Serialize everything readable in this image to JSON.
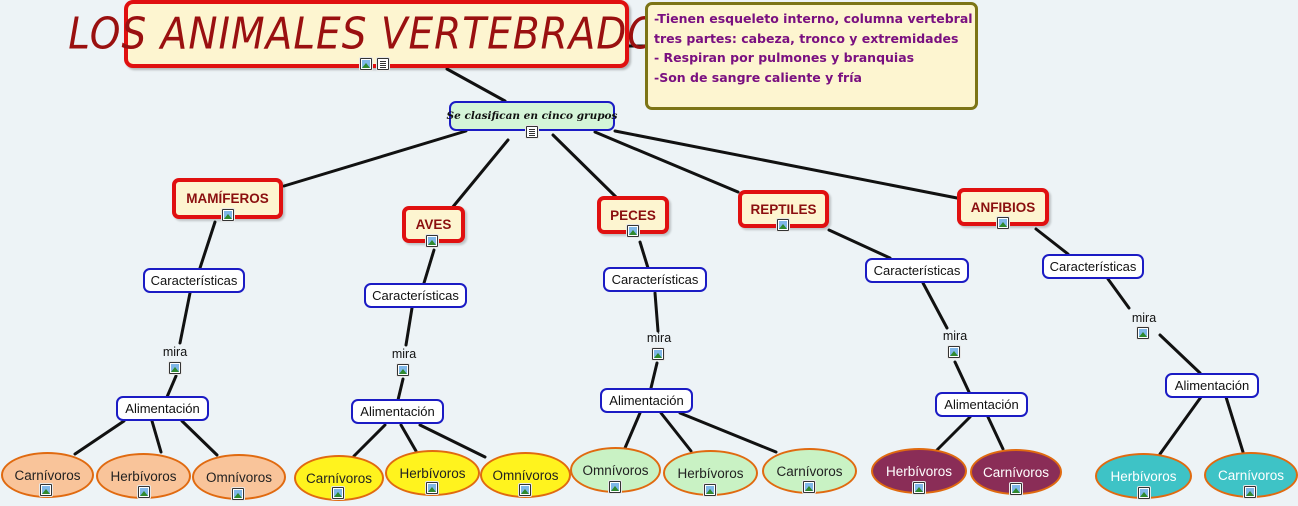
{
  "title": "LOS ANIMALES VERTEBRADOS",
  "note_lines": [
    "-Tienen esqueleto interno, columna vertebral",
    "tres partes: cabeza, tronco y extremidades",
    "- Respiran por pulmones y branquias",
    "-Son de sangre caliente y fría"
  ],
  "grupos": "Se clasifican en cinco grupos",
  "branches": [
    {
      "name": "MAMÍFEROS",
      "caracteristicas": "Características",
      "mira": "mira",
      "alimentacion": "Alimentación",
      "types": [
        "Carnívoros",
        "Herbívoros",
        "Omnívoros"
      ]
    },
    {
      "name": "AVES",
      "caracteristicas": "Características",
      "mira": "mira",
      "alimentacion": "Alimentación",
      "types": [
        "Carnívoros",
        "Herbívoros",
        "Omnívoros"
      ]
    },
    {
      "name": "PECES",
      "caracteristicas": "Características",
      "mira": "mira",
      "alimentacion": "Alimentación",
      "types": [
        "Omnívoros",
        "Herbívoros",
        "Carnívoros"
      ]
    },
    {
      "name": "REPTILES",
      "caracteristicas": "Características",
      "mira": "mira",
      "alimentacion": "Alimentación",
      "types": [
        "Herbívoros",
        "Carnívoros"
      ]
    },
    {
      "name": "ANFIBIOS",
      "caracteristicas": "Características",
      "mira": "mira",
      "alimentacion": "Alimentación",
      "types": [
        "Herbívoros",
        "Carnívoros"
      ]
    }
  ],
  "colors": {
    "branch_border": "#e01010",
    "label_border": "#1b1bc4",
    "mamiferos_ovals": "#f9c49a",
    "aves_ovals": "#fff31e",
    "peces_ovals": "#c9f2c4",
    "reptiles_ovals": "#8a2d57",
    "anfibios_ovals": "#3ec3c6"
  },
  "icons": [
    "image-icon",
    "note-icon"
  ]
}
